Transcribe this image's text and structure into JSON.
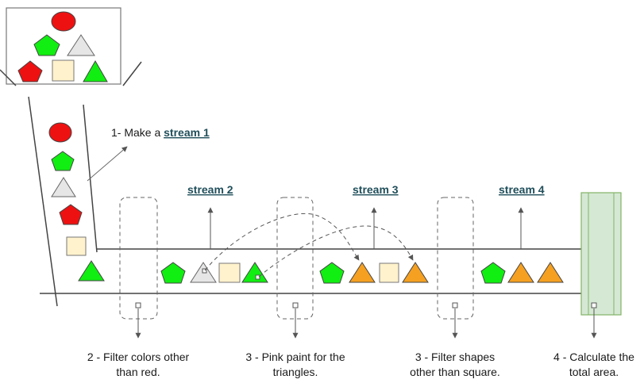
{
  "labels": {
    "make_stream_prefix": "1- Make a ",
    "make_stream_link": "stream 1",
    "stream2": "stream 2",
    "stream3": "stream 3",
    "stream4": "stream 4",
    "filter_colors_line1": "2 - Filter colors other",
    "filter_colors_line2": "than red.",
    "pink_paint_line1": "3 - Pink paint for the",
    "pink_paint_line2": "triangles.",
    "filter_shapes_line1": "3 - Filter shapes",
    "filter_shapes_line2": "other than square.",
    "calc_area_line1": "4 - Calculate the",
    "calc_area_line2": "total area."
  },
  "colors": {
    "red": "#ee1111",
    "green": "#11ee11",
    "gray": "#e6e6e6",
    "cream": "#fff2cc",
    "orange": "#f5a021",
    "result_box": "#d5e8d4"
  }
}
